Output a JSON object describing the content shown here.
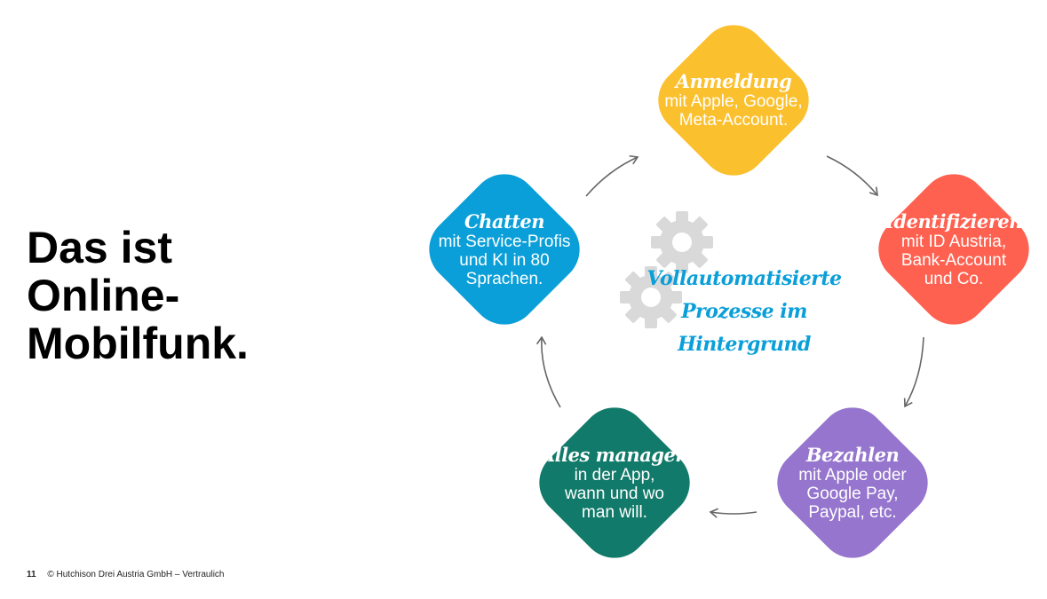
{
  "slide": {
    "title_lines": [
      "Das ist",
      "Online-",
      "Mobilfunk."
    ],
    "footer": {
      "page_number": "11",
      "copyright": "© Hutchison Drei Austria GmbH – Vertraulich"
    }
  },
  "diagram": {
    "center_text": "Vollautomatisierte\nProzesse im\nHintergrund",
    "center_icon": "gears-icon",
    "steps": [
      {
        "heading": "Anmeldung",
        "text": "mit Apple, Google,\nMeta-Account.",
        "color": "#FBC02D"
      },
      {
        "heading": "Identifizieren",
        "text": "mit ID Austria,\nBank-Account\nund Co.",
        "color": "#FF6150"
      },
      {
        "heading": "Bezahlen",
        "text": "mit Apple oder\nGoogle Pay,\nPaypal, etc.",
        "color": "#9575CD"
      },
      {
        "heading": "Alles managen",
        "text": "in der App,\nwann und wo\nman will.",
        "color": "#127A6A"
      },
      {
        "heading": "Chatten",
        "text": "mit Service-Profis\nund KI in 80\nSprachen.",
        "color": "#0A9FD8"
      }
    ]
  }
}
